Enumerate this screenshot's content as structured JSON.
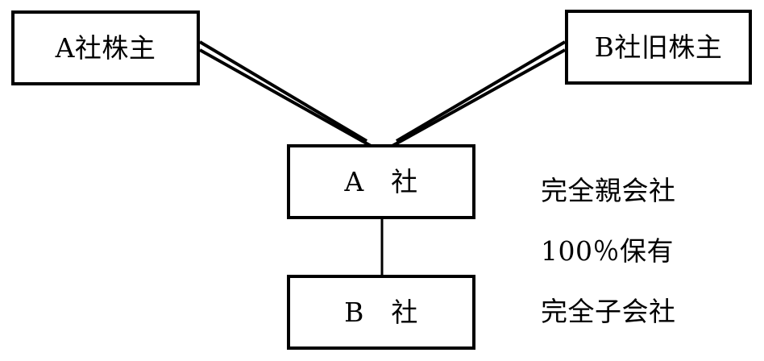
{
  "diagram": {
    "title_text": "",
    "stroke_color": "#000000",
    "background_color": "#ffffff",
    "nodes": [
      {
        "id": "a-shareholders",
        "label": "A社株主"
      },
      {
        "id": "b-old-shareholders",
        "label": "B社旧株主"
      },
      {
        "id": "company-a",
        "label": "A　社"
      },
      {
        "id": "company-b",
        "label": "B　社"
      }
    ],
    "annotations": [
      {
        "id": "parent",
        "label": "完全親会社"
      },
      {
        "id": "holding",
        "label": "100％保有"
      },
      {
        "id": "sub",
        "label": "完全子会社"
      }
    ],
    "connectors": [
      {
        "id": "a-shareholders-to-company-a",
        "style": "double-line",
        "from": "a-shareholders",
        "to": "company-a"
      },
      {
        "id": "b-old-shareholders-to-company-a",
        "style": "double-line",
        "from": "b-old-shareholders",
        "to": "company-a"
      },
      {
        "id": "company-a-to-company-b",
        "style": "single-line",
        "from": "company-a",
        "to": "company-b"
      }
    ]
  }
}
